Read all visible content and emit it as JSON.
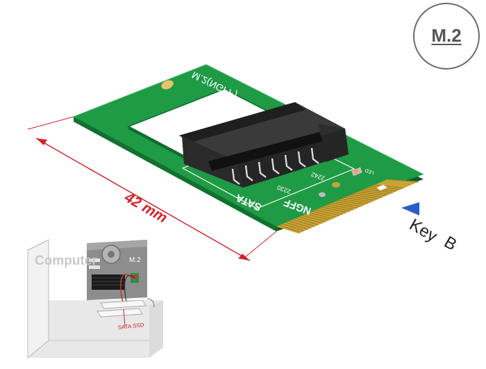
{
  "badge": {
    "label": "M.2"
  },
  "dimension": {
    "label": "42 mm"
  },
  "key": {
    "label": "Key",
    "letter": "B"
  },
  "board": {
    "silkscreen_title": "M.2(NGFF)",
    "silkscreen_sata": "SATA",
    "silkscreen_ngff": "NGFF",
    "size_marks": [
      "2230",
      "2242"
    ],
    "led_label": "LED"
  },
  "inset": {
    "computer_label": "Computer",
    "m2_label": "M.2",
    "ssd_label": "SATA SSD"
  },
  "colors": {
    "pcb": "#1f9a45",
    "pcb_dark": "#137a35",
    "gold": "#d8b23a",
    "dimension_red": "#d2232a",
    "key_blue": "#2a5bc9",
    "connector": "#2b2b2b"
  }
}
